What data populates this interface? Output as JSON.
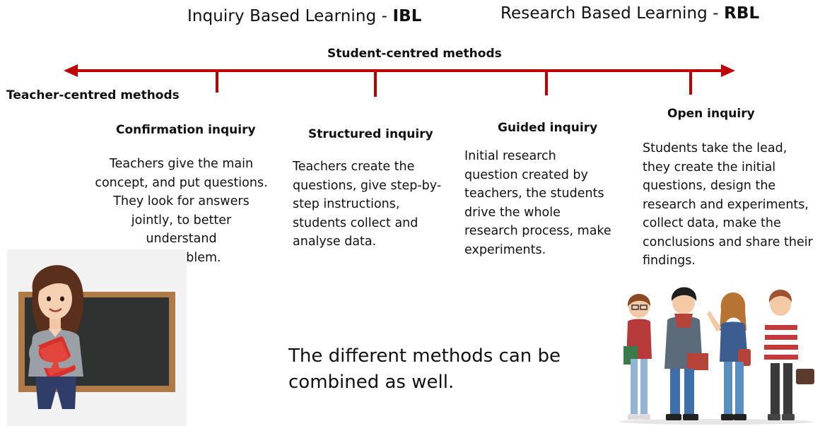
{
  "headers": {
    "ibl_text": "Inquiry Based Learning - ",
    "ibl_abbr": "IBL",
    "rbl_text": "Research Based Learning - ",
    "rbl_abbr": "RBL"
  },
  "axis": {
    "student_centred_label": "Student-centred methods",
    "teacher_centred_label": "Teacher-centred methods",
    "arrow_color": "#c00000"
  },
  "stages": [
    {
      "title": "Confirmation inquiry",
      "description": "Teachers give the main\nconcept, and put questions.\nThey look for answers\njointly, to better understand\nthe problem."
    },
    {
      "title": "Structured inquiry",
      "description": "Teachers create the\nquestions, give step-by-\nstep instructions,\nstudents collect and\nanalyse data."
    },
    {
      "title": "Guided inquiry",
      "description": "Initial research\nquestion created by\nteachers, the students\ndrive the whole\nresearch process, make\nexperiments."
    },
    {
      "title": "Open inquiry",
      "description": "Students take the lead,\nthey create the initial\nquestions, design the\nresearch and experiments,\ncollect data, make the\nconclusions and share their\nfindings."
    }
  ],
  "note": "The different methods can be\ncombined as well.",
  "illustrations": {
    "teacher": "teacher-with-blackboard",
    "students": "group-of-four-students"
  }
}
